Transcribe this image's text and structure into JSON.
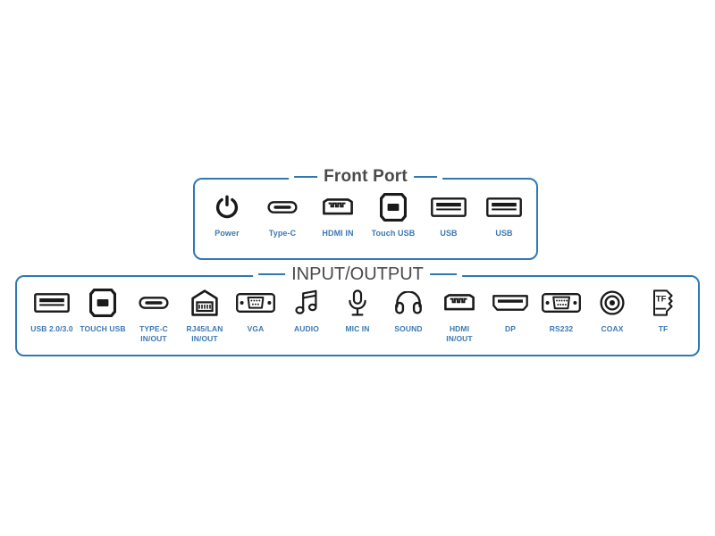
{
  "theme": {
    "border_color": "#2f79b5",
    "label_color": "#3b78b4",
    "title_color": "#4a4a4a",
    "icon_color": "#1a1a1a",
    "background": "#ffffff"
  },
  "panels": [
    {
      "id": "front-port",
      "title": "Front Port",
      "ports": [
        {
          "label": "Power",
          "icon": "power-icon"
        },
        {
          "label": "Type-C",
          "icon": "usb-type-c-icon"
        },
        {
          "label": "HDMI IN",
          "icon": "hdmi-icon"
        },
        {
          "label": "Touch USB",
          "icon": "usb-type-b-icon"
        },
        {
          "label": "USB",
          "icon": "usb-type-a-icon"
        },
        {
          "label": "USB",
          "icon": "usb-type-a-icon"
        }
      ]
    },
    {
      "id": "input-output",
      "title": "INPUT/OUTPUT",
      "ports": [
        {
          "label": "USB 2.0/3.0",
          "icon": "usb-type-a-icon"
        },
        {
          "label": "TOUCH USB",
          "icon": "usb-type-b-icon"
        },
        {
          "label": "TYPE-C\nIN/OUT",
          "icon": "usb-type-c-icon"
        },
        {
          "label": "RJ45/LAN\nIN/OUT",
          "icon": "rj45-lan-icon"
        },
        {
          "label": "VGA",
          "icon": "vga-icon"
        },
        {
          "label": "AUDIO",
          "icon": "music-note-icon"
        },
        {
          "label": "MIC IN",
          "icon": "microphone-icon"
        },
        {
          "label": "SOUND",
          "icon": "headphones-icon"
        },
        {
          "label": "HDMI\nIN/OUT",
          "icon": "hdmi-icon"
        },
        {
          "label": "DP",
          "icon": "displayport-icon"
        },
        {
          "label": "RS232",
          "icon": "rs232-serial-icon"
        },
        {
          "label": "COAX",
          "icon": "coaxial-icon"
        },
        {
          "label": "TF",
          "icon": "tf-card-icon"
        }
      ]
    }
  ]
}
